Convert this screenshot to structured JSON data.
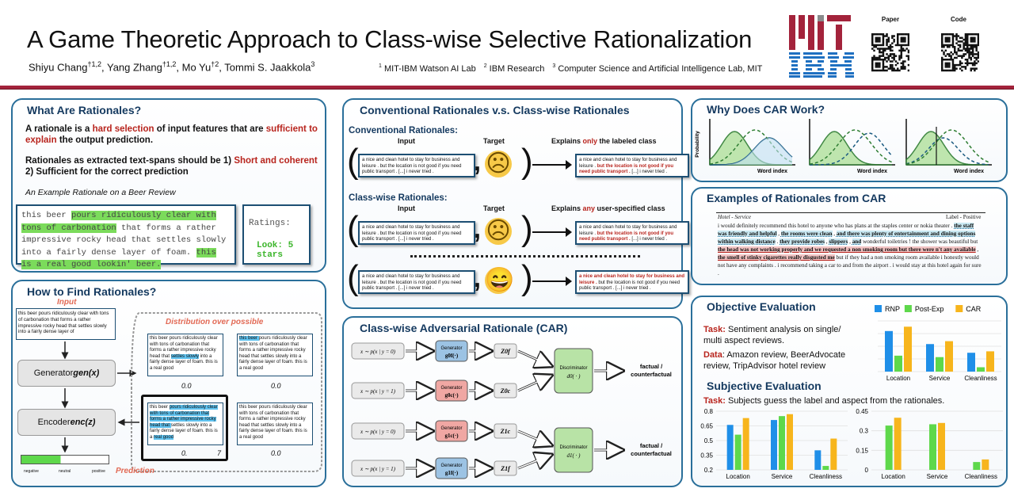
{
  "header": {
    "title": "A Game Theoretic Approach to Class-wise Selective Rationalization",
    "authors": [
      {
        "name": "Shiyu Chang",
        "sup": "†1,2"
      },
      {
        "name": "Yang Zhang",
        "sup": "†1,2"
      },
      {
        "name": "Mo Yu",
        "sup": "†2"
      },
      {
        "name": "Tommi S. Jaakkola",
        "sup": "3"
      }
    ],
    "affiliations": [
      {
        "sup": "1",
        "name": "MIT-IBM Watson AI Lab"
      },
      {
        "sup": "2",
        "name": "IBM Research"
      },
      {
        "sup": "3",
        "name": "Computer Science and Artificial Intelligence Lab, MIT"
      }
    ],
    "qr_paper_label": "Paper",
    "qr_code_label": "Code",
    "brand_red": "#a3233b",
    "mit_gray": "#8a8b8c",
    "ibm_blue": "#1f70c1"
  },
  "what": {
    "title": "What Are Rationales?",
    "p1": [
      {
        "t": "A rationale is a "
      },
      {
        "t": "hard selection",
        "red": true
      },
      {
        "t": " of input features that are "
      },
      {
        "t": "sufficient to explain",
        "red": true
      },
      {
        "t": " the output prediction."
      }
    ],
    "p2": [
      {
        "t": "Rationales as extracted text-spans should be 1) "
      },
      {
        "t": "Short  and coherent",
        "red": true
      },
      {
        "t": " 2) Sufficient for the correct prediction"
      }
    ],
    "example_caption": "An Example Rationale on a Beer Review",
    "review": [
      {
        "t": "this beer "
      },
      {
        "t": "pours ridiculously clear with tons of carbonation",
        "hl": true
      },
      {
        "t": " that forms a rather impressive rocky head that settles slowly into a fairly dense layer of foam. "
      },
      {
        "t": "this is a real good lookin' beer.",
        "hl": true
      }
    ],
    "ratings_label": "Ratings:",
    "look": "Look: 5 stars"
  },
  "how": {
    "title": "How to Find Rationales?",
    "input_label": "Input",
    "input_text": "this beer pours ridiculously clear with tons of carbonation that forms a rather impressive rocky head that settles slowly into a fairly dense layer of",
    "generator": "Generator ",
    "generator_fn": "gen(x)",
    "encoder": "Encoder ",
    "encoder_fn": "enc(z)",
    "dist_label": "Distribution over possible",
    "pred_label": "Prediction",
    "scale": [
      "negative",
      "neutral",
      "positive"
    ],
    "cand_prob_1": "0.0",
    "cand_prob_2": "0.0",
    "cand_prob_3": "0.",
    "cand_prob_3b": "7",
    "cand_prob_4": "0.0"
  },
  "conv": {
    "title": "Conventional Rationales v.s. Class-wise Rationales",
    "conv_label": "Conventional Rationales:",
    "cw_label": "Class-wise Rationales:",
    "input_h": "Input",
    "target_h": "Target",
    "explains_only_pre": "Explains ",
    "explains_only_red": "only",
    "explains_only_post": " the labeled class",
    "explains_any_pre": "Explains ",
    "explains_any_red": "any",
    "explains_any_post": " user-specified class",
    "review_text": "a nice and clean hotel to stay for business and leisure . but the location is not good if you need public transport . [...] i never tried .",
    "out_plain": "a nice and clean hotel to stay for business and leisure . ",
    "out_red": "but the location is not good if you need public transport .",
    "out_tail": " [...] i never tried .",
    "pos_red": "a nice and clean hotel to stay for business and leisure .",
    "pos_tail": " but the location is not good if you need public transport . [...] i never tried .",
    "sad": "☹",
    "happy": "😄",
    "comma": ","
  },
  "car": {
    "title": "Class-wise Adversarial Rationale (CAR)",
    "rows": [
      {
        "x": "x ∼ p(x | y = 0)",
        "gen": "Generator",
        "g": "g",
        "gsub": "0",
        "gsup": "f",
        "z": "Z",
        "zsub": "0",
        "zsup": "f",
        "color": "#9cc3e4"
      },
      {
        "x": "x ∼ p(x | y = 1)",
        "gen": "Generator",
        "g": "g",
        "gsub": "0",
        "gsup": "c",
        "z": "Z",
        "zsub": "0",
        "zsup": "c",
        "color": "#f0a7a3"
      },
      {
        "x": "x ∼ p(x | y = 0)",
        "gen": "Generator",
        "g": "g",
        "gsub": "1",
        "gsup": "c",
        "z": "Z",
        "zsub": "1",
        "zsup": "c",
        "color": "#f0a7a3"
      },
      {
        "x": "x ∼ p(x | y = 1)",
        "gen": "Generator",
        "g": "g",
        "gsub": "1",
        "gsup": "f",
        "z": "Z",
        "zsub": "1",
        "zsup": "f",
        "color": "#9cc3e4"
      }
    ],
    "disc": "Discriminator",
    "d0": "d",
    "d0sub": "0",
    "d1sub": "1",
    "dargs": "( · )",
    "out": "factual / counterfactual",
    "disc_color": "#b8e3a6"
  },
  "why": {
    "title": "Why Does CAR Work?",
    "ylabel": "Probability",
    "xlabel": "Word index"
  },
  "examples": {
    "title": "Examples of Rationales from CAR",
    "left": "Hotel - Service",
    "right": "Label - Positive",
    "text": [
      {
        "t": "i would definitely recommend this hotel to anyone who has plans at the staples center or nokia theater . "
      },
      {
        "t": "the staff was friendly and helpful",
        "c": "g"
      },
      {
        "t": " , "
      },
      {
        "t": "the rooms were clean",
        "c": "g"
      },
      {
        "t": " , "
      },
      {
        "t": "and there was plenty of entertainment and dining options within walking distance",
        "c": "g"
      },
      {
        "t": " . "
      },
      {
        "t": "they provide robes",
        "c": "g"
      },
      {
        "t": " , "
      },
      {
        "t": "slippers",
        "c": "g"
      },
      {
        "t": " , "
      },
      {
        "t": "and",
        "c": "g"
      },
      {
        "t": " wonderful toiletries ! the shower was beautiful but "
      },
      {
        "t": "the head was not working properly and we requested a non smoking room but there were n't any available",
        "c": "r"
      },
      {
        "t": " , "
      },
      {
        "t": "the smell of stinky cigarettes really disgusted me",
        "c": "r"
      },
      {
        "t": " but if they had a non smoking room available i honestly would not have any complaints . i recommend taking a car to and from the airport . i would stay at this hotel again for sure ."
      }
    ]
  },
  "objective": {
    "title": "Objective Evaluation",
    "task_label": "Task:",
    "task": " Sentiment analysis on single/ multi aspect reviews.",
    "data_label": "Data",
    ":": "",
    "data": ": Amazon review, BeerAdvocate review, TripAdvisor hotel review"
  },
  "subjective": {
    "title": "Subjective Evaluation",
    "task_label": "Task:",
    "task": " Subjects guess the label and aspect from the rationales."
  },
  "chart_data": [
    {
      "type": "bar",
      "title": "",
      "categories": [
        "Location",
        "Service",
        "Cleanliness"
      ],
      "series": [
        {
          "name": "RNP",
          "values": [
            0.48,
            0.39,
            0.33
          ],
          "color": "#1f8fe8"
        },
        {
          "name": "Post-Exp",
          "values": [
            0.31,
            0.3,
            0.23
          ],
          "color": "#5ed84b"
        },
        {
          "name": "CAR",
          "values": [
            0.51,
            0.41,
            0.34
          ],
          "color": "#f7b51c"
        }
      ],
      "ylim": [
        0.2,
        0.55
      ],
      "yticks": [],
      "legend": "top"
    },
    {
      "type": "bar",
      "title": "",
      "categories": [
        "Location",
        "Service",
        "Cleanliness"
      ],
      "series": [
        {
          "name": "",
          "values": [
            0.66,
            0.71,
            0.4
          ],
          "color": "#1f8fe8"
        },
        {
          "name": "",
          "values": [
            0.56,
            0.75,
            0.24
          ],
          "color": "#5ed84b"
        },
        {
          "name": "",
          "values": [
            0.73,
            0.77,
            0.52
          ],
          "color": "#f7b51c"
        }
      ],
      "ylim": [
        0.2,
        0.8
      ],
      "yticks": [
        "0.8",
        "0.65",
        "0.5",
        "0.35",
        "0.2"
      ]
    },
    {
      "type": "bar",
      "title": "",
      "categories": [
        "Location",
        "Service",
        "Cleanliness"
      ],
      "series": [
        {
          "name": "",
          "values": [
            0.34,
            0.35,
            0.06
          ],
          "color": "#5ed84b"
        },
        {
          "name": "",
          "values": [
            0.4,
            0.36,
            0.08
          ],
          "color": "#f7b51c"
        }
      ],
      "ylim": [
        0,
        0.45
      ],
      "yticks": [
        "0.45",
        "0.3",
        "0.15",
        "0"
      ]
    }
  ]
}
